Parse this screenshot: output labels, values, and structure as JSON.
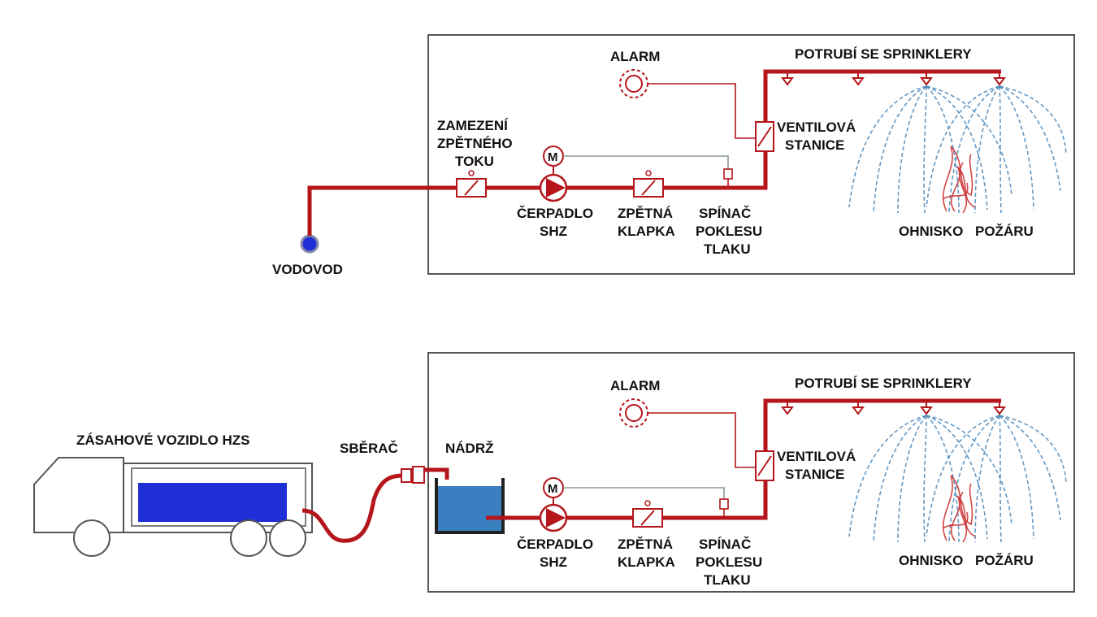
{
  "top": {
    "water_supply_label": "VODOVOD",
    "backflow_label": [
      "ZAMEZENÍ",
      "ZPĚTNÉHO",
      "TOKU"
    ],
    "motor_label": "M",
    "pump_label": [
      "ČERPADLO",
      "SHZ"
    ],
    "check_valve_label": [
      "ZPĚTNÁ",
      "KLAPKA"
    ],
    "pressure_switch_label": [
      "SPÍNAČ",
      "POKLESU",
      "TLAKU"
    ],
    "alarm_label": "ALARM",
    "valve_station_label": [
      "VENTILOVÁ",
      "STANICE"
    ],
    "sprinkler_pipe_label": "POTRUBÍ SE SPRINKLERY",
    "fire_label_1": "OHNISKO",
    "fire_label_2": "POŽÁRU"
  },
  "bottom": {
    "vehicle_label": "ZÁSAHOVÉ VOZIDLO HZS",
    "collector_label": "SBĚRAČ",
    "tank_label": "NÁDRŽ",
    "motor_label": "M",
    "pump_label": [
      "ČERPADLO",
      "SHZ"
    ],
    "check_valve_label": [
      "ZPĚTNÁ",
      "KLAPKA"
    ],
    "pressure_switch_label": [
      "SPÍNAČ",
      "POKLESU",
      "TLAKU"
    ],
    "alarm_label": "ALARM",
    "valve_station_label": [
      "VENTILOVÁ",
      "STANICE"
    ],
    "sprinkler_pipe_label": "POTRUBÍ SE SPRINKLERY",
    "fire_label_1": "OHNISKO",
    "fire_label_2": "POŽÁRU"
  },
  "colors": {
    "pipe": "#b4161b",
    "water": "#1f2fd6",
    "spray": "#4a86b8",
    "frame": "#555555"
  }
}
